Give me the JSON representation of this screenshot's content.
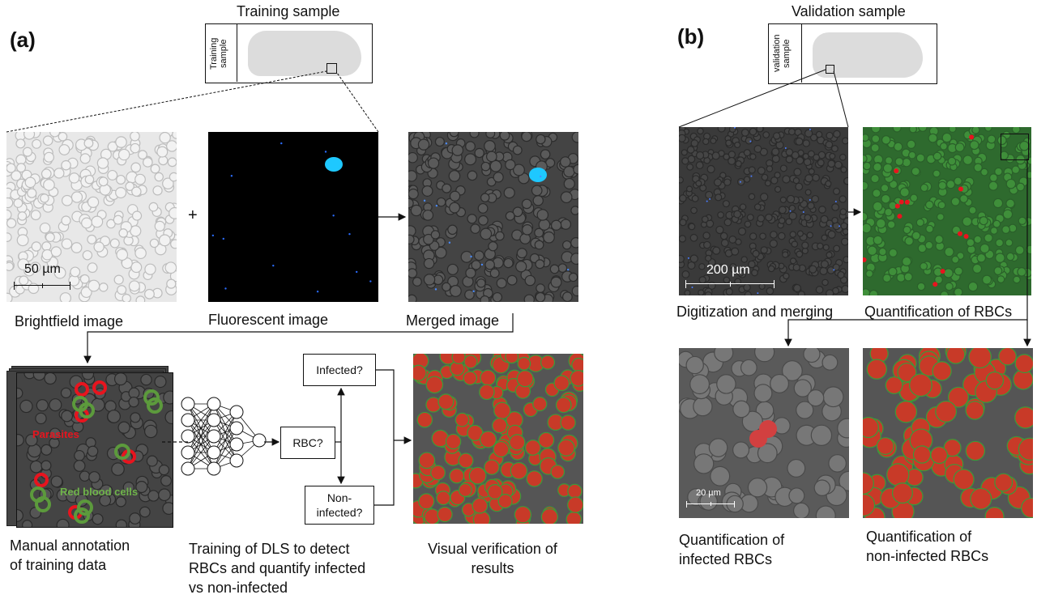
{
  "panel_a": {
    "label": "(a)",
    "header": "Training sample",
    "slide_label": "Training\nsample",
    "plus": "+",
    "scale_bar": "50 µm",
    "captions": {
      "brightfield": "Brightfield image",
      "fluorescent": "Fluorescent image",
      "merged": "Merged image",
      "annotation": "Manual annotation\nof training data",
      "training": "Training of DLS to detect\nRBCs and quantify infected\nvs non-infected",
      "verification": "Visual verification of\nresults"
    },
    "annotation_labels": {
      "parasites": "Parasites",
      "rbc": "Red blood cells"
    },
    "decision_boxes": {
      "rbc": "RBC?",
      "infected": "Infected?",
      "non_infected": "Non-\ninfected?"
    },
    "colors": {
      "parasite": "#e8141e",
      "rbc": "#5c9a3c"
    }
  },
  "panel_b": {
    "label": "(b)",
    "header": "Validation sample",
    "slide_label": "validation\nsample",
    "scale_bar_main": "200 µm",
    "scale_bar_small": "20 µm",
    "captions": {
      "digitization": "Digitization and merging",
      "quantification": "Quantification of RBCs",
      "infected": "Quantification of\ninfected RBCs",
      "non_infected": "Quantification of\nnon-infected RBCs"
    }
  }
}
